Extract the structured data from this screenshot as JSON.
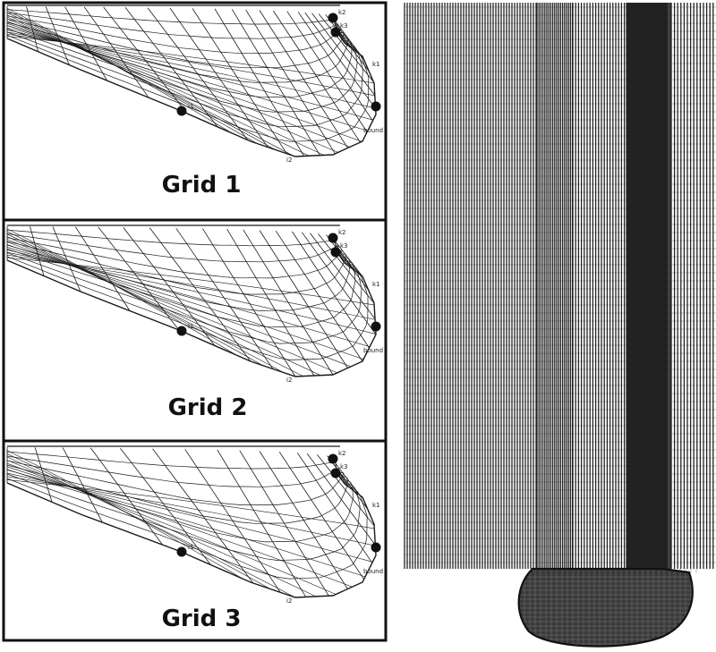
{
  "panels": [
    {
      "id": "grid1",
      "caption": "Grid 1",
      "points": [
        "k2",
        "k3",
        "k1",
        "bound",
        "i2",
        "i1"
      ]
    },
    {
      "id": "grid2",
      "caption": "Grid 2",
      "points": [
        "k2",
        "k3",
        "k1",
        "bound",
        "i2",
        "i1"
      ]
    },
    {
      "id": "grid3",
      "caption": "Grid 3",
      "points": [
        "k2",
        "k3",
        "k1",
        "bound",
        "i2",
        "i1"
      ]
    }
  ],
  "colors": {
    "mesh": "#1a1a1a",
    "frame": "#111111",
    "dense": "#222222",
    "background": "#ffffff"
  }
}
